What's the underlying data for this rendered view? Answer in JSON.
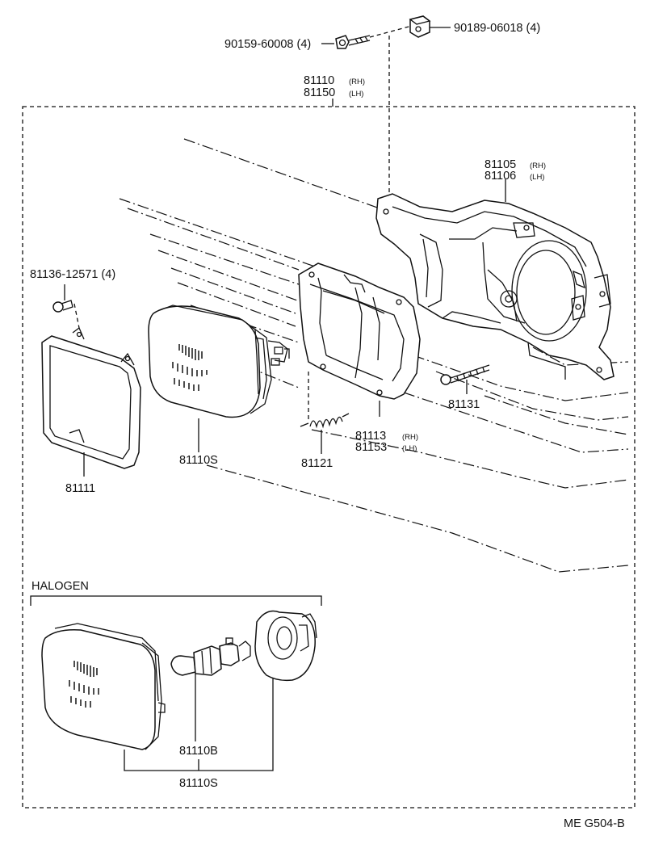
{
  "labels": {
    "bolt": "90159-60008 (4)",
    "nut": "90189-06018 (4)",
    "assy_rh_num": "81110",
    "assy_rh_sfx": "(RH)",
    "assy_lh_num": "81150",
    "assy_lh_sfx": "(LH)",
    "housing_rh_num": "81105",
    "housing_rh_sfx": "(RH)",
    "housing_lh_num": "81106",
    "housing_lh_sfx": "(LH)",
    "ring_screw": "81136-12571 (4)",
    "door": "81111",
    "unit": "81110S",
    "spring": "81121",
    "mount_rh_num": "81113",
    "mount_rh_sfx": "(RH)",
    "mount_lh_num": "81153",
    "mount_lh_sfx": "(LH)",
    "adjust_screw": "81131",
    "halogen_title": "HALOGEN",
    "halogen_bulb": "81110B",
    "halogen_unit": "81110S",
    "footer_code": "ME  G504-B"
  }
}
